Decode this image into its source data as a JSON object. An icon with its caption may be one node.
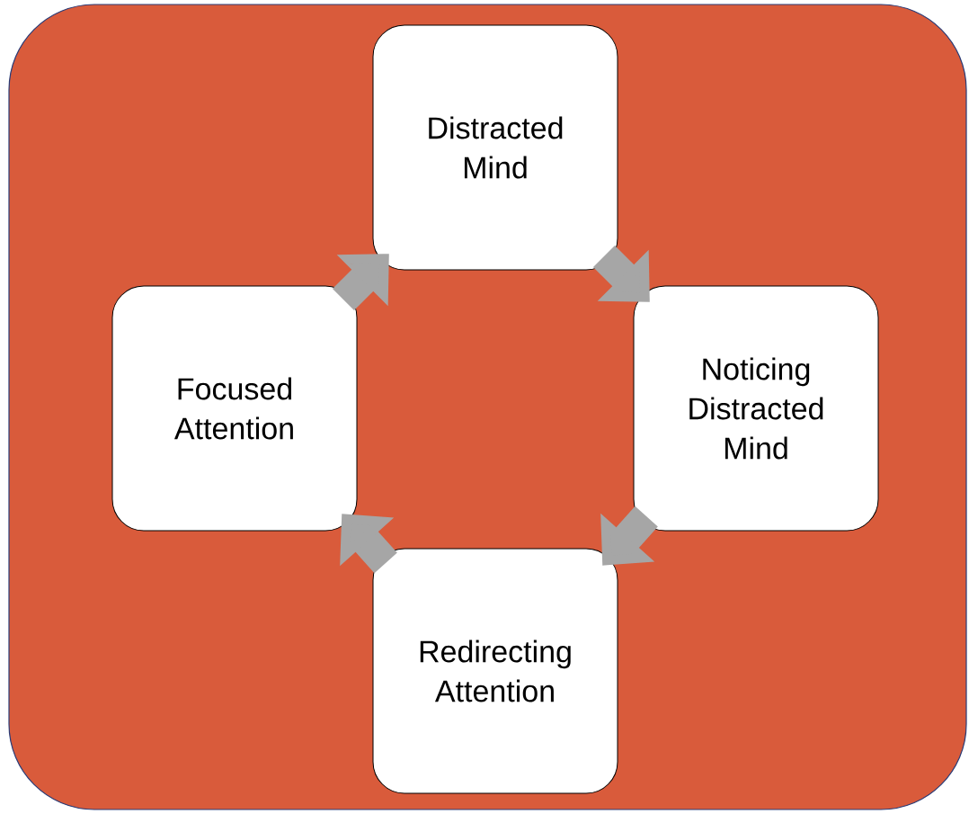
{
  "diagram": {
    "nodes": [
      {
        "text": [
          "Distracted Mind"
        ]
      },
      {
        "text": [
          "Noticing Distracted Mind"
        ]
      },
      {
        "text": [
          "Redirecting Attention"
        ]
      },
      {
        "text": [
          "Focused Attention"
        ]
      }
    ],
    "edges": [
      {
        "from": 0,
        "to": 1,
        "arrow": "to"
      },
      {
        "from": 1,
        "to": 2,
        "arrow": "to"
      },
      {
        "from": 2,
        "to": 3,
        "arrow": "to"
      },
      {
        "from": 3,
        "to": 0,
        "arrow": "to"
      }
    ]
  }
}
